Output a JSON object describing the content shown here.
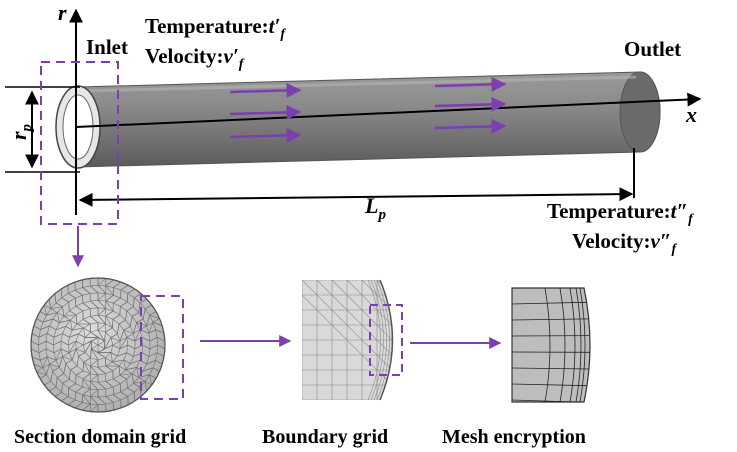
{
  "labels": {
    "r_axis": "r",
    "x_axis": "x",
    "inlet": "Inlet",
    "outlet": "Outlet",
    "radius": "r",
    "radius_sub": "p",
    "length": "L",
    "length_sub": "p",
    "inlet_temperature_label": "Temperature:",
    "inlet_temperature_var": "t′",
    "inlet_temperature_sub": "f",
    "inlet_velocity_label": "Velocity:",
    "inlet_velocity_var": "v′",
    "inlet_velocity_sub": "f",
    "outlet_temperature_label": "Temperature:",
    "outlet_temperature_var": "t″",
    "outlet_temperature_sub": "f",
    "outlet_velocity_label": "Velocity:",
    "outlet_velocity_var": "v″",
    "outlet_velocity_sub": "f",
    "section_domain_grid": "Section domain grid",
    "boundary_grid": "Boundary grid",
    "mesh_encryption": "Mesh encryption"
  },
  "colors": {
    "accent": "#7b3fb0",
    "pipe_dark": "#707070",
    "pipe_light": "#d4d4d4",
    "mesh_fill": "#c8c8c8",
    "mesh_line": "#8a8a8a"
  }
}
